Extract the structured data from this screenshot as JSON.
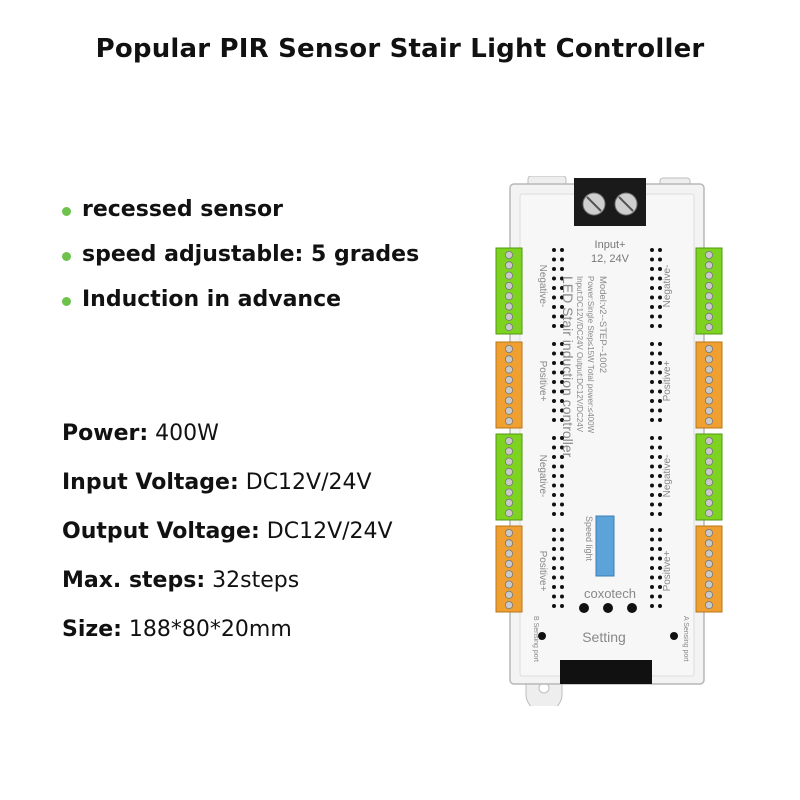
{
  "title": "Popular PIR Sensor Stair Light Controller",
  "features": [
    "recessed sensor",
    "speed adjustable: 5 grades",
    "Induction in advance"
  ],
  "specs": [
    {
      "label": "Power:",
      "value": "400W"
    },
    {
      "label": "Input Voltage:",
      "value": "DC12V/24V"
    },
    {
      "label": "Output Voltage:",
      "value": "DC12V/24V"
    },
    {
      "label": "Max. steps:",
      "value": "32steps"
    },
    {
      "label": "Size:",
      "value": "188*80*20mm"
    }
  ],
  "device": {
    "input_label": "Input+",
    "input_voltage": "12, 24V",
    "negative_label": "Negative-",
    "positive_label": "Positive+",
    "model_line": "Model:v2--STEP--1002",
    "power_line": "Power:Single Step≤15W Total power:≤400W",
    "io_line": "Input:DC12V/DC24V Output:DC12V/DC24V",
    "product_name": "LED Stair induction controller",
    "speed_label": "Speed light",
    "brand": "coxotech",
    "setting_label": "Setting",
    "sensing_b": "B Sensing port",
    "sensing_a": "A Sensing port",
    "colors": {
      "green_terminal": "#7ed321",
      "orange_terminal": "#f0a030",
      "case": "#f2f2f2",
      "display": "#5ba3d8"
    }
  }
}
